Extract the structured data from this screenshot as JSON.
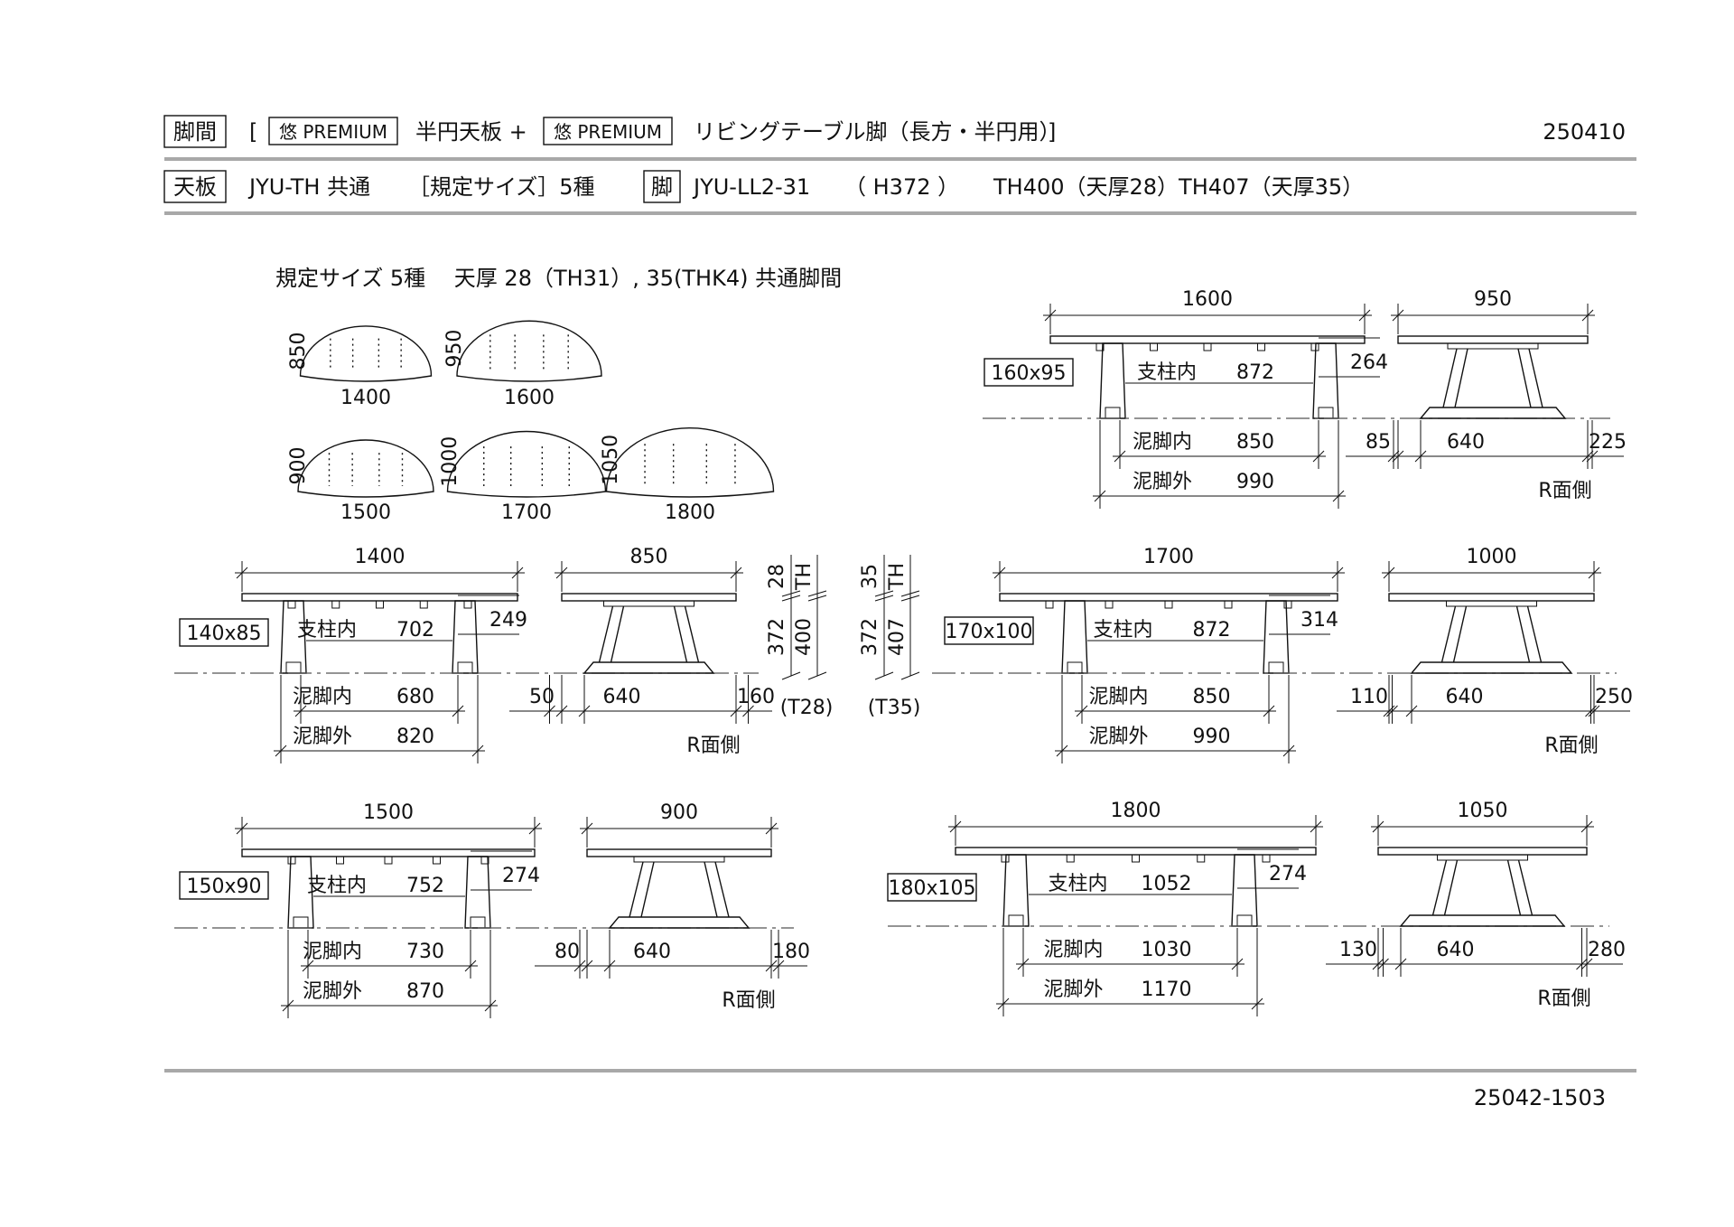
{
  "header": {
    "label_kyakukan": "脚間",
    "bracket_open": "[",
    "badge1": "悠 PREMIUM",
    "top_name": "半円天板 +",
    "badge2": "悠 PREMIUM",
    "leg_name": "リビングテーブル脚（長方・半円用）",
    "bracket_close": "]",
    "code": "250410"
  },
  "subheader": {
    "label_tenban": "天板",
    "top_model": "JYU-TH 共通",
    "sizes": "［規定サイズ］5種",
    "label_kyaku": "脚",
    "leg_model": "JYU-LL2-31",
    "leg_height": "（ H372 ）",
    "th_info": "TH400（天厚28）TH407（天厚35）"
  },
  "overview": {
    "title": "規定サイズ 5種　 天厚 28（TH31）, 35(THK4)  共通脚間",
    "tops": [
      {
        "w": "1400",
        "d": "850"
      },
      {
        "w": "1600",
        "d": "950"
      },
      {
        "w": "1500",
        "d": "900"
      },
      {
        "w": "1700",
        "d": "1000"
      },
      {
        "w": "1800",
        "d": "1050"
      }
    ]
  },
  "thickness": {
    "th": "TH",
    "t28": "28",
    "h400": "400",
    "leg28": "372",
    "label28": "(T28)",
    "t35": "35",
    "h407": "407",
    "leg35": "372",
    "label35": "(T35)"
  },
  "labels": {
    "shichu": "支柱内",
    "doashi_in": "泥脚内",
    "doashi_out": "泥脚外",
    "r_side": "R面側"
  },
  "views": [
    {
      "width": "1600",
      "post": "160x95",
      "inner": "872",
      "side": "264",
      "foot_in": "850",
      "foot_out": "990",
      "depth": "950",
      "l_off": "85",
      "span": "640",
      "r_off": "225"
    },
    {
      "width": "1400",
      "post": "140x85",
      "inner": "702",
      "side": "249",
      "foot_in": "680",
      "foot_out": "820",
      "depth": "850",
      "l_off": "50",
      "span": "640",
      "r_off": "160"
    },
    {
      "width": "1700",
      "post": "170x100",
      "inner": "872",
      "side": "314",
      "foot_in": "850",
      "foot_out": "990",
      "depth": "1000",
      "l_off": "110",
      "span": "640",
      "r_off": "250"
    },
    {
      "width": "1500",
      "post": "150x90",
      "inner": "752",
      "side": "274",
      "foot_in": "730",
      "foot_out": "870",
      "depth": "900",
      "l_off": "80",
      "span": "640",
      "r_off": "180"
    },
    {
      "width": "1800",
      "post": "180x105",
      "inner": "1052",
      "side": "274",
      "foot_in": "1030",
      "foot_out": "1170",
      "depth": "1050",
      "l_off": "130",
      "span": "640",
      "r_off": "280"
    }
  ],
  "footer": {
    "doc_no": "25042-1503"
  }
}
